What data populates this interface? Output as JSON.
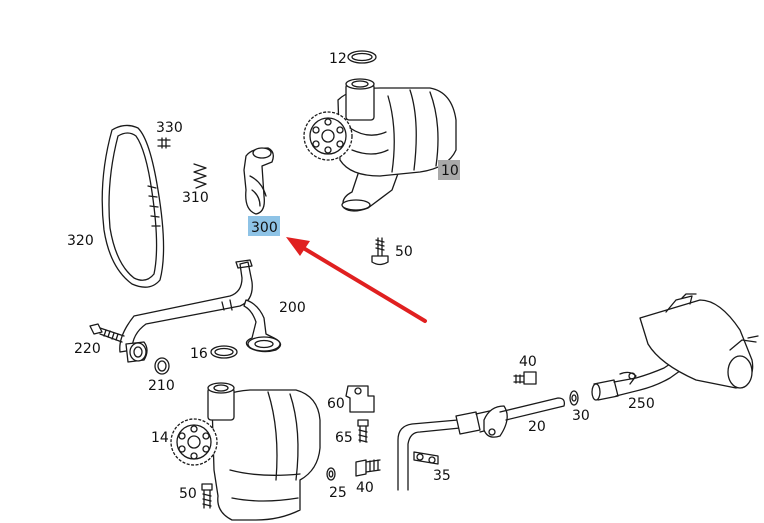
{
  "diagram": {
    "highlighted_part": "300",
    "arrow_color": "#e02020",
    "highlight_color": "#8ec3e6",
    "highlight_grey": "#a9a9a9",
    "labels": {
      "p12": "12",
      "p330": "330",
      "p310": "310",
      "p300": "300",
      "p10": "10",
      "p320": "320",
      "p50a": "50",
      "p200": "200",
      "p220": "220",
      "p16": "16",
      "p210": "210",
      "p40a": "40",
      "p60": "60",
      "p14": "14",
      "p65": "65",
      "p20": "20",
      "p30": "30",
      "p250": "250",
      "p35": "35",
      "p50b": "50",
      "p25": "25",
      "p40b": "40"
    }
  }
}
